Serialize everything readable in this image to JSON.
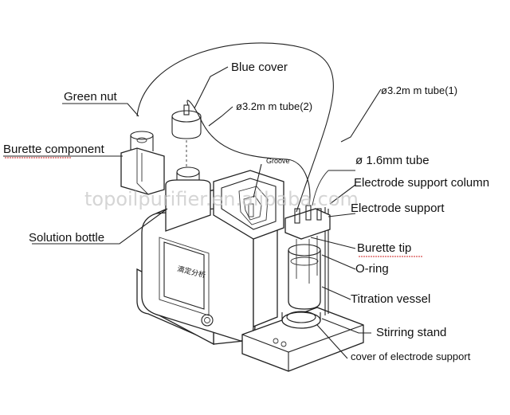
{
  "labels": {
    "blue_cover": "Blue cover",
    "green_nut": "Green nut",
    "tube_2": "ø3.2m m  tube(2)",
    "tube_1": "ø3.2m m  tube(1)",
    "burette_component": "Burette component",
    "groove": "Groove",
    "tube_16": "ø 1.6mm tube",
    "electrode_support_column": "Electrode support column",
    "electrode_support": "Electrode support",
    "solution_bottle": "Solution bottle",
    "burette_tip": "Burette tip",
    "o_ring": "O-ring",
    "titration_vessel": "Titration vessel",
    "stirring_stand": "Stirring stand",
    "cover_electrode_support": "cover of electrode support"
  },
  "screen_text": "滴定分析",
  "watermark": "topoilpurifier.en.alibaba.com",
  "colors": {
    "line": "#222222",
    "background": "#ffffff",
    "underline": "#cc2222"
  }
}
